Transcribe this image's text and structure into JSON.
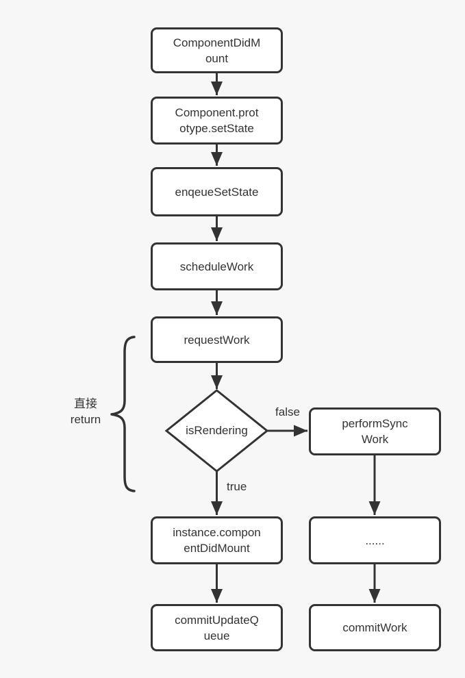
{
  "colors": {
    "background": "#f7f7f7",
    "stroke": "#333333",
    "box-fill": "#ffffff",
    "text": "#333333"
  },
  "diagram": {
    "nodes": {
      "componentDidMount": {
        "label": "ComponentDidM\nount"
      },
      "setState": {
        "label": "Component.prot\notype.setState"
      },
      "enqeueSetState": {
        "label": "enqeueSetState"
      },
      "scheduleWork": {
        "label": "scheduleWork"
      },
      "requestWork": {
        "label": "requestWork"
      },
      "isRendering": {
        "label": "isRendering"
      },
      "performSyncWork": {
        "label": "performSync\nWork"
      },
      "instanceComponentDidMount": {
        "label": "instance.compon\nentDidMount"
      },
      "commitUpdateQueue": {
        "label": "commitUpdateQ\nueue"
      },
      "ellipsis": {
        "label": "......"
      },
      "commitWork": {
        "label": "commitWork"
      }
    },
    "edge_labels": {
      "false": "false",
      "true": "true"
    },
    "side_note": "直接\nreturn"
  }
}
